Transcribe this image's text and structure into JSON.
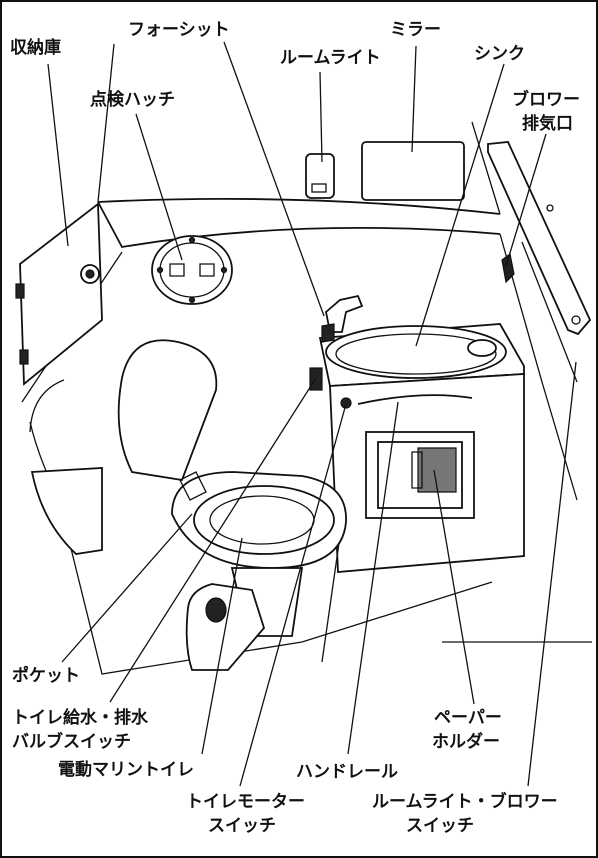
{
  "labels": {
    "storage": "収納庫",
    "faucet": "フォーシット",
    "room_light": "ルームライト",
    "mirror": "ミラー",
    "sink": "シンク",
    "inspection_hatch": "点検ハッチ",
    "blower_exhaust_1": "ブロワー",
    "blower_exhaust_2": "排気口",
    "pocket": "ポケット",
    "valve_switch_1": "トイレ給水・排水",
    "valve_switch_2": "バルブスイッチ",
    "marine_toilet": "電動マリントイレ",
    "handrail": "ハンドレール",
    "paper_holder_1": "ペーパー",
    "paper_holder_2": "ホルダー",
    "toilet_motor_switch_1": "トイレモーター",
    "toilet_motor_switch_2": "スイッチ",
    "light_blower_switch_1": "ルームライト・ブロワー",
    "light_blower_switch_2": "スイッチ"
  }
}
